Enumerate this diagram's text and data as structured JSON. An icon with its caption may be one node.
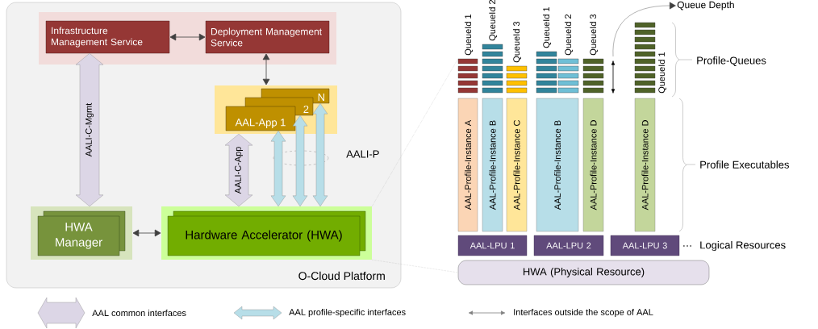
{
  "diagram": {
    "nodes": [
      {
        "text": [
          "O-Cloud Platform"
        ]
      },
      {
        "text": [],
        "shape": "box",
        "in": 0
      },
      {
        "text": [
          "Infrastructure Management Service"
        ],
        "in": 1
      },
      {
        "text": [
          "Deployment Management Service"
        ],
        "in": 1
      },
      {
        "text": [],
        "shape": "box",
        "in": 0
      },
      {
        "text": [
          "N"
        ],
        "in": 4
      },
      {
        "text": [
          "2"
        ],
        "in": 4
      },
      {
        "text": [
          "AAL-App 1"
        ],
        "in": 4
      },
      {
        "text": [],
        "shape": "box",
        "in": 0
      },
      {
        "text": [
          "HWA Manager"
        ],
        "in": 8
      },
      {
        "text": [],
        "shape": "box",
        "in": 0
      },
      {
        "text": [
          "Hardware Accelerator (HWA)"
        ],
        "in": 10
      },
      {
        "text": [
          "HWA (Physical Resource)"
        ]
      },
      {
        "text": [
          "AAL-LPU 1"
        ]
      },
      {
        "text": [
          "AAL-LPU 2"
        ]
      },
      {
        "text": [
          "AAL-LPU 3"
        ]
      },
      {
        "text": [
          "AAL-Profile-Instance A"
        ]
      },
      {
        "text": [
          "AAL-Profile-Instance B"
        ]
      },
      {
        "text": [
          "AAL-Profile-Instance C"
        ]
      },
      {
        "text": [
          "AAL-Profile-Instance B"
        ]
      },
      {
        "text": [
          "AAL-Profile-Instance D"
        ]
      },
      {
        "text": [
          "AAL-Profile-Instance D"
        ]
      },
      {
        "text": [
          "Queue Depth"
        ]
      },
      {
        "text": [],
        "shape": "bar"
      },
      {
        "text": [],
        "shape": "bar"
      },
      {
        "text": [],
        "shape": "bar"
      },
      {
        "text": [],
        "shape": "bar"
      },
      {
        "text": [],
        "shape": "bar"
      },
      {
        "text": [],
        "shape": "bar"
      },
      {
        "text": [],
        "shape": "bar"
      }
    ],
    "edges": [
      {
        "from": 2,
        "to": 3,
        "arrow": "both"
      },
      {
        "from": 2,
        "to": 8,
        "arrow": "both",
        "label": "AALI-C-Mgmt",
        "style": "thick",
        "color": "#dcd6e6"
      },
      {
        "from": 3,
        "to": 4,
        "arrow": "both"
      },
      {
        "from": 4,
        "to": 10,
        "arrow": "both",
        "label": "AALI-C-App",
        "style": "thick",
        "color": "#dcd6e6"
      },
      {
        "from": 7,
        "to": 10,
        "arrow": "both",
        "style": "thick",
        "color": "#b7dee8"
      },
      {
        "from": 6,
        "to": 10,
        "arrow": "both",
        "style": "thick",
        "color": "#b7dee8"
      },
      {
        "from": 5,
        "to": 10,
        "arrow": "both",
        "style": "thick",
        "color": "#b7dee8"
      },
      {
        "from": 8,
        "to": 10,
        "arrow": "both"
      },
      {
        "from": null,
        "to": 22,
        "arrow": "to"
      },
      {
        "from": 10,
        "to": 23,
        "arrow": "none",
        "style": "dashed"
      },
      {
        "from": 10,
        "to": 12,
        "arrow": "none",
        "style": "dashed"
      }
    ],
    "labels": [
      "AALI-P",
      "QueueId 1",
      "QueueId 2",
      "QueueId 3",
      "QueueId 1",
      "QueueId 2",
      "QueueId 3",
      "QueueId 1",
      "Profile-Queues",
      "Profile Executables",
      "…",
      "Logical Resources"
    ],
    "legend": [
      {
        "text": "AAL common interfaces"
      },
      {
        "text": "AAL profile-specific interfaces"
      },
      {
        "text": "Interfaces outside the scope of AAL"
      }
    ]
  }
}
